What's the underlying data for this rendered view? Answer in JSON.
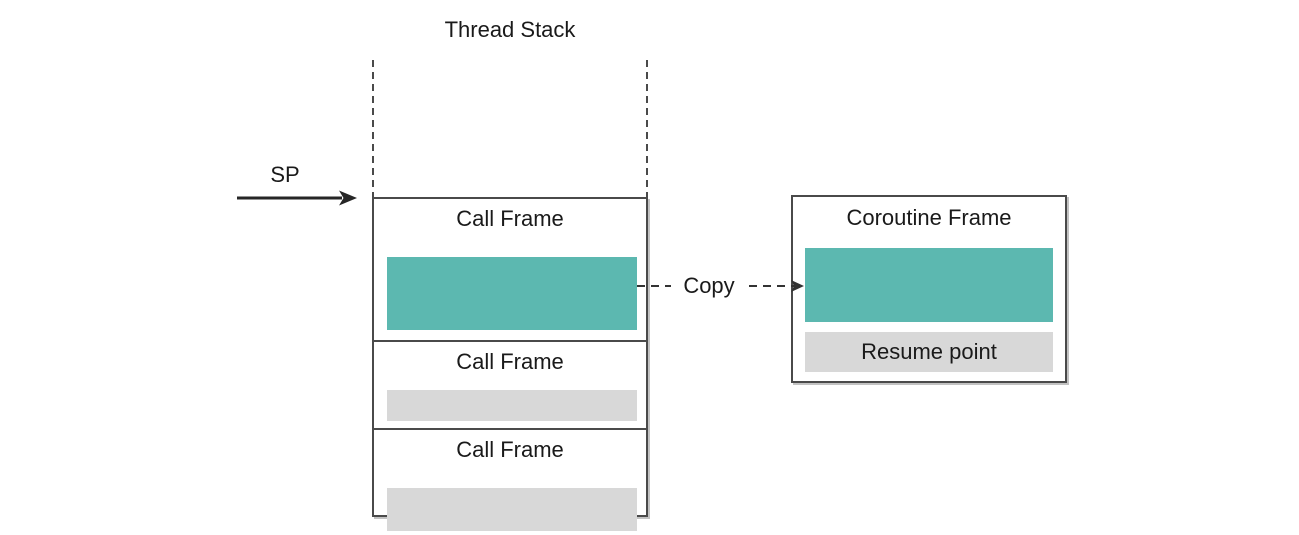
{
  "diagram": {
    "title": "Thread Stack",
    "sp": {
      "label": "SP"
    },
    "copy": {
      "label": "Copy"
    },
    "stack": {
      "frames": [
        {
          "label": "Call Frame",
          "fill": "active"
        },
        {
          "label": "Call Frame",
          "fill": "inactive"
        },
        {
          "label": "Call Frame",
          "fill": "inactive"
        }
      ]
    },
    "coroutine": {
      "title": "Coroutine Frame",
      "resume_label": "Resume point"
    },
    "colors": {
      "active_fill": "#5cb8b0",
      "inactive_fill": "#d8d8d8",
      "border": "#4a4a4a",
      "background": "#ffffff"
    }
  }
}
